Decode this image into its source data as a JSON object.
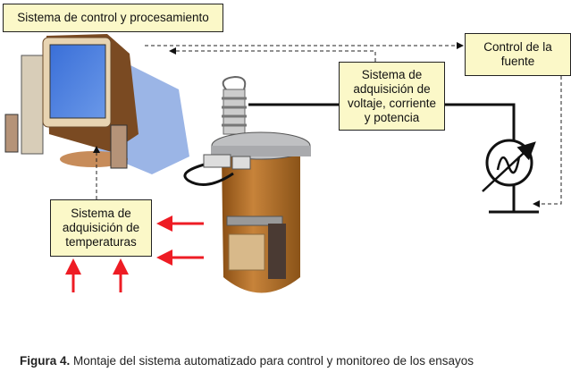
{
  "boxes": {
    "control_procesamiento": "Sistema de control y procesamiento",
    "control_fuente": "Control de la fuente",
    "adquisicion_voltaje": "Sistema de adquisición de voltaje, corriente y potencia",
    "adquisicion_temperaturas": "Sistema de adquisición de temperaturas"
  },
  "caption": {
    "label": "Figura 4.",
    "text": " Montaje del sistema automatizado para control y monitoreo de los ensayos"
  },
  "colors": {
    "box_fill": "#fbf8c8",
    "heat_arrow": "#ee1c24",
    "transformer": "#b8742a"
  }
}
